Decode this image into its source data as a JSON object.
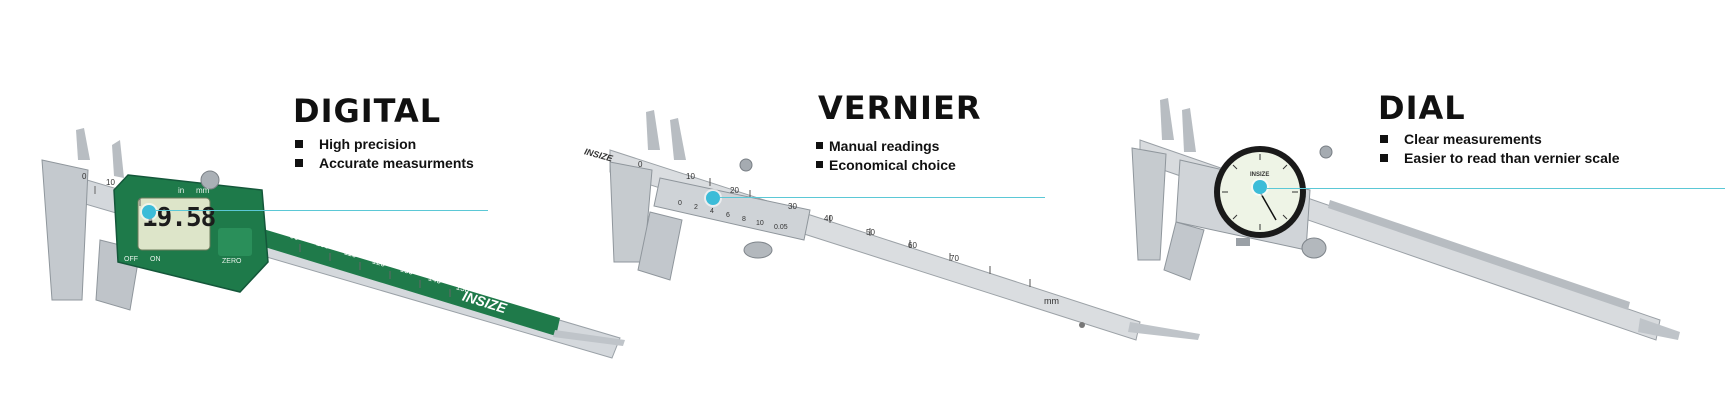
{
  "digital": {
    "title": "DIGITAL",
    "bullets": [
      "High precision",
      "Accurate measurments"
    ],
    "lcd_reading": "19.58",
    "unit_in": "in",
    "unit_mm": "mm",
    "btn_off": "OFF",
    "btn_on": "ON",
    "btn_zero": "ZERO",
    "brand": "INSIZE",
    "scale_labels": [
      "0",
      "10",
      "90",
      "100",
      "110",
      "120",
      "130",
      "140",
      "150"
    ]
  },
  "vernier": {
    "title": "VERNIER",
    "bullets": [
      "Manual readings",
      "Economical choice"
    ],
    "brand": "INSIZE",
    "scale_labels": [
      "0",
      "10",
      "20",
      "30",
      "40",
      "50",
      "60",
      "70"
    ],
    "vernier_labels": [
      "0",
      "2",
      "4",
      "6",
      "8",
      "10"
    ],
    "resolution": "0.05",
    "unit": "mm"
  },
  "dial": {
    "title": "DIAL",
    "bullets": [
      "Clear measurements",
      "Easier to read than vernier scale"
    ],
    "brand": "INSIZE"
  },
  "colors": {
    "accent": "#3cbcd8",
    "green": "#1e7a4a",
    "steel": "#c9ced3"
  }
}
